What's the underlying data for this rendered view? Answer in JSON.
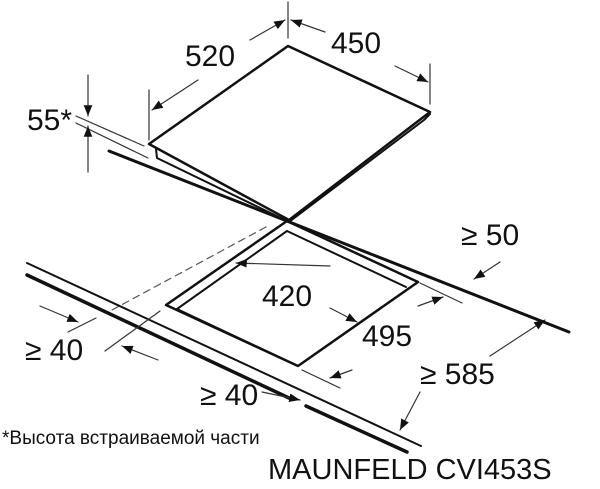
{
  "dimensions": {
    "depth": "520",
    "width": "450",
    "height": "55*",
    "back_clearance": "≥ 50",
    "cutout_width": "420",
    "cutout_depth": "495",
    "side_clearance": "≥ 40",
    "worktop_depth": "≥ 585",
    "front_clearance": "≥ 40"
  },
  "footnote": "*Высота встраиваемой части",
  "model": "MAUNFELD CVI453S"
}
